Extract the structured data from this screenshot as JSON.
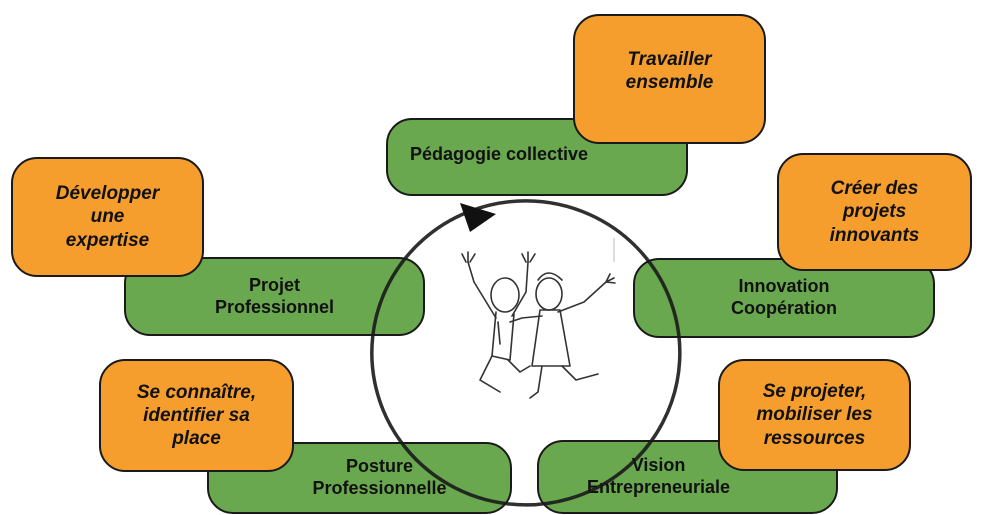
{
  "nodes": [
    {
      "id": "pedagogie",
      "label": "Pédagogie collective"
    },
    {
      "id": "innovation",
      "label": "Innovation\nCoopération"
    },
    {
      "id": "vision",
      "label": "Vision\nEntrepreneuriale"
    },
    {
      "id": "posture",
      "label": "Posture\nProfessionnelle"
    },
    {
      "id": "projet",
      "label": "Projet\nProfessionnel"
    }
  ],
  "goals": [
    {
      "id": "travailler",
      "label": "Travailler\nensemble"
    },
    {
      "id": "creer",
      "label": "Créer des\nprojets\ninnovants"
    },
    {
      "id": "projeter",
      "label": "Se projeter,\nmobiliser les\nressources"
    },
    {
      "id": "connaitre",
      "label": "Se connaître,\nidentifier sa\nplace"
    },
    {
      "id": "developper",
      "label": "Développer\nune\nexpertise"
    }
  ],
  "colors": {
    "green": "#6aa84f",
    "orange": "#f59e2e",
    "outline": "#1a1a1a"
  },
  "illustration": "two-people-celebrating-sketch"
}
